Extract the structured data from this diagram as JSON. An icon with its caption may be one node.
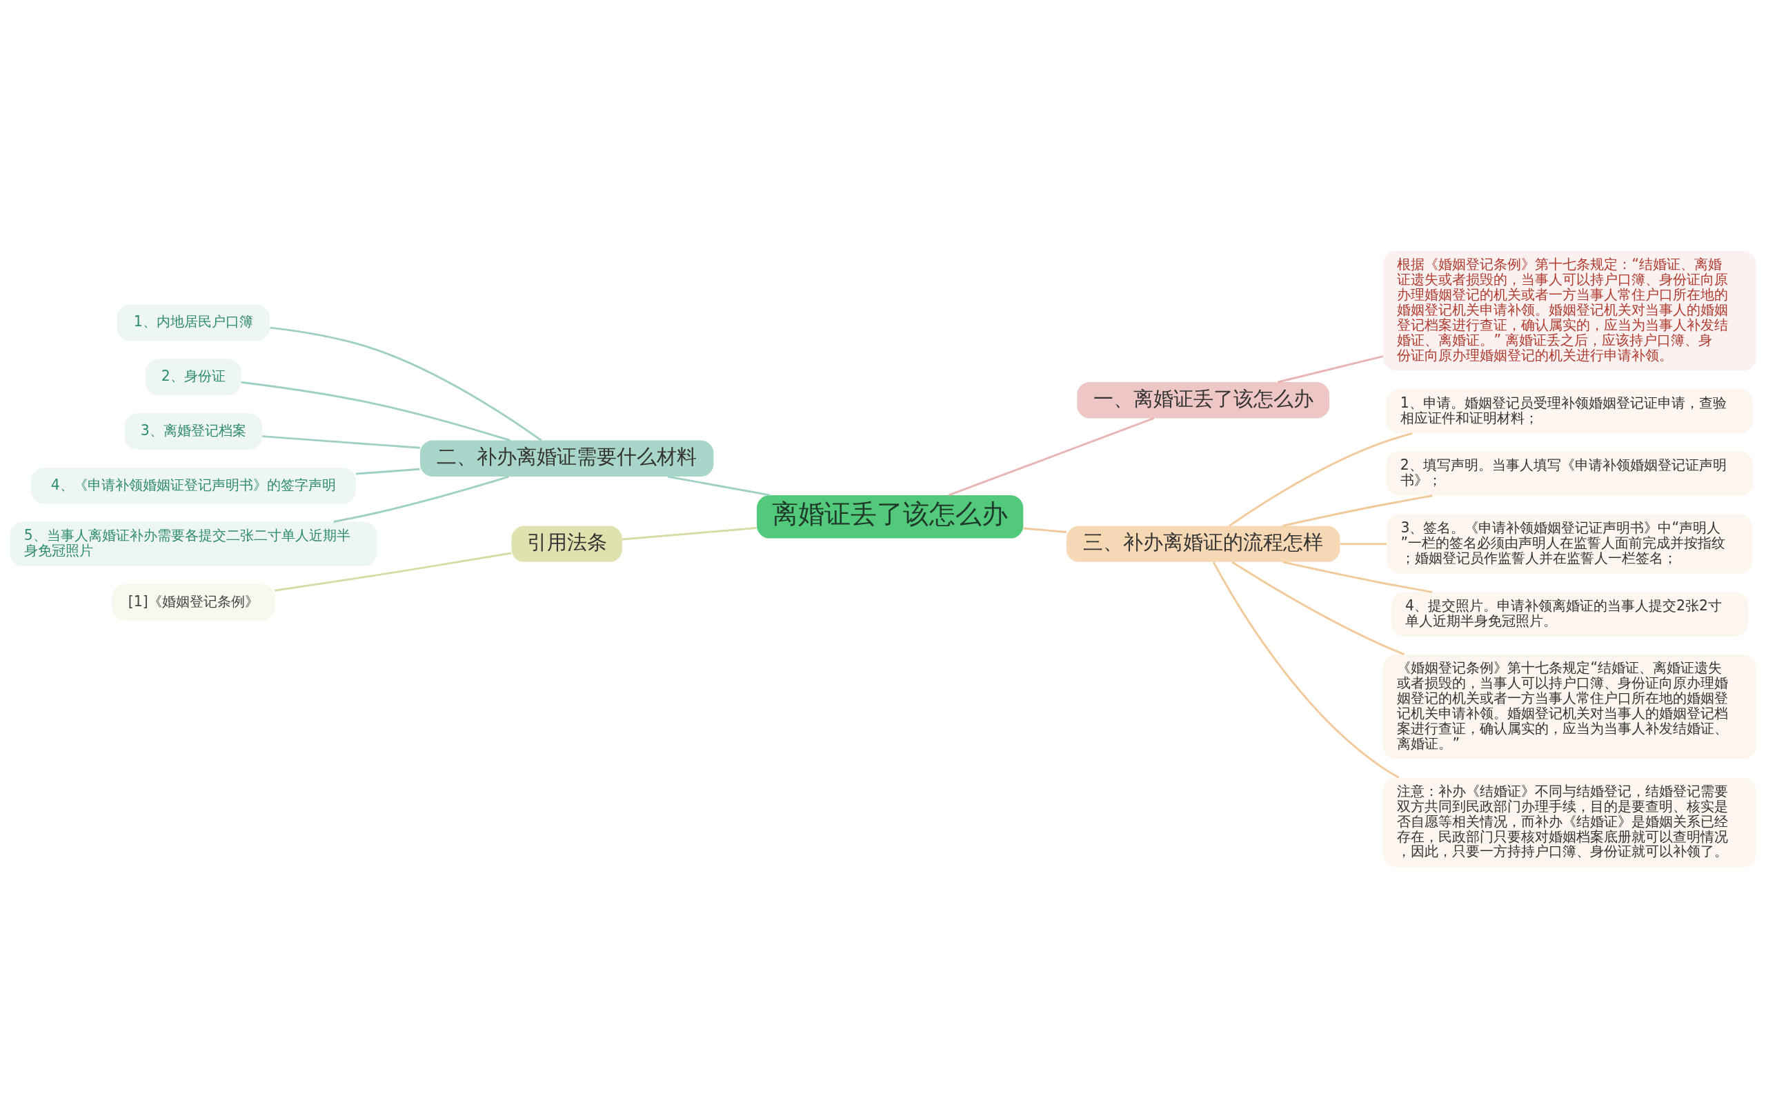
{
  "diagram": {
    "nodes": [
      {
        "text": [
          "离婚证丢了该怎么办"
        ]
      },
      {
        "text": [
          "一、离婚证丢了该怎么办"
        ]
      },
      {
        "text": [
          "根据《婚姻登记条例》第十七条规定：“结婚证、离婚证遗失或者损毁的，当事人可以持户口簿、身份证向原办理婚姻登记的机关或者一方当事人常住户口所在地的婚姻登记机关申请补领。婚姻登记机关对当事人的婚姻登记档案进行查证，确认属实的，应当为当事人补发结婚证、离婚证。” 离婚证丢之后，应该持户口簿、身份证向原办理婚姻登记的机关进行申请补领。"
        ]
      },
      {
        "text": [
          "三、补办离婚证的流程怎样"
        ]
      },
      {
        "text": [
          "1、申请。婚姻登记员受理补领婚姻登记证申请，查验相应证件和证明材料；"
        ]
      },
      {
        "text": [
          "2、填写声明。当事人填写《申请补领婚姻登记证声明书》；"
        ]
      },
      {
        "text": [
          "3、签名。《申请补领婚姻登记证声明书》中“声明人”一栏的签名必须由声明人在监誓人面前完成并按指纹；婚姻登记员作监誓人并在监誓人一栏签名；"
        ]
      },
      {
        "text": [
          "4、提交照片。申请补领离婚证的当事人提交2张2寸单人近期半身免冠照片。"
        ]
      },
      {
        "text": [
          "《婚姻登记条例》第十七条规定“结婚证、离婚证遗失或者损毁的，当事人可以持户口簿、身份证向原办理婚姻登记的机关或者一方当事人常住户口所在地的婚姻登记机关申请补领。婚姻登记机关对当事人的婚姻登记档案进行查证，确认属实的，应当为当事人补发结婚证、离婚证。”"
        ]
      },
      {
        "text": [
          "注意：补办《结婚证》不同与结婚登记，结婚登记需要双方共同到民政部门办理手续，目的是要查明、核实是否自愿等相关情况，而补办《结婚证》是婚姻关系已经存在，民政部门只要核对婚姻档案底册就可以查明情况，因此，只要一方持持户口簿、身份证就可以补领了。"
        ]
      },
      {
        "text": [
          "二、补办离婚证需要什么材料"
        ]
      },
      {
        "text": [
          "1、内地居民户口簿"
        ]
      },
      {
        "text": [
          "2、身份证"
        ]
      },
      {
        "text": [
          "3、离婚登记档案"
        ]
      },
      {
        "text": [
          "4、《申请补领婚姻证登记声明书》的签字声明"
        ]
      },
      {
        "text": [
          "5、当事人离婚证补办需要各提交二张二寸单人近期半身免冠照片"
        ]
      },
      {
        "text": [
          "引用法条"
        ]
      },
      {
        "text": [
          "[1]《婚姻登记条例》"
        ]
      }
    ],
    "edges": [
      {
        "from": 0,
        "to": 1,
        "arrow": "none",
        "color": "#e8b4b4"
      },
      {
        "from": 1,
        "to": 2,
        "arrow": "none",
        "color": "#e8b4b4"
      },
      {
        "from": 0,
        "to": 3,
        "arrow": "none"
      },
      {
        "from": 3,
        "to": 4,
        "arrow": "none"
      },
      {
        "from": 3,
        "to": 5,
        "arrow": "none"
      },
      {
        "from": 3,
        "to": 6,
        "arrow": "none"
      },
      {
        "from": 3,
        "to": 7,
        "arrow": "none"
      },
      {
        "from": 3,
        "to": 8,
        "arrow": "none"
      },
      {
        "from": 3,
        "to": 9,
        "arrow": "none"
      },
      {
        "from": 10,
        "to": 0,
        "arrow": "none",
        "color": "#9fd0c3"
      },
      {
        "from": 11,
        "to": 10,
        "arrow": "none",
        "color": "#9fd0c3"
      },
      {
        "from": 12,
        "to": 10,
        "arrow": "none",
        "color": "#9fd0c3"
      },
      {
        "from": 13,
        "to": 10,
        "arrow": "none",
        "color": "#9fd0c3"
      },
      {
        "from": 14,
        "to": 10,
        "arrow": "none",
        "color": "#9fd0c3"
      },
      {
        "from": 15,
        "to": 10,
        "arrow": "none",
        "color": "#9fd0c3"
      },
      {
        "from": 16,
        "to": 0,
        "arrow": "none",
        "color": "#d9dba6"
      },
      {
        "from": 17,
        "to": 16,
        "arrow": "none",
        "color": "#d9dba6"
      }
    ]
  }
}
